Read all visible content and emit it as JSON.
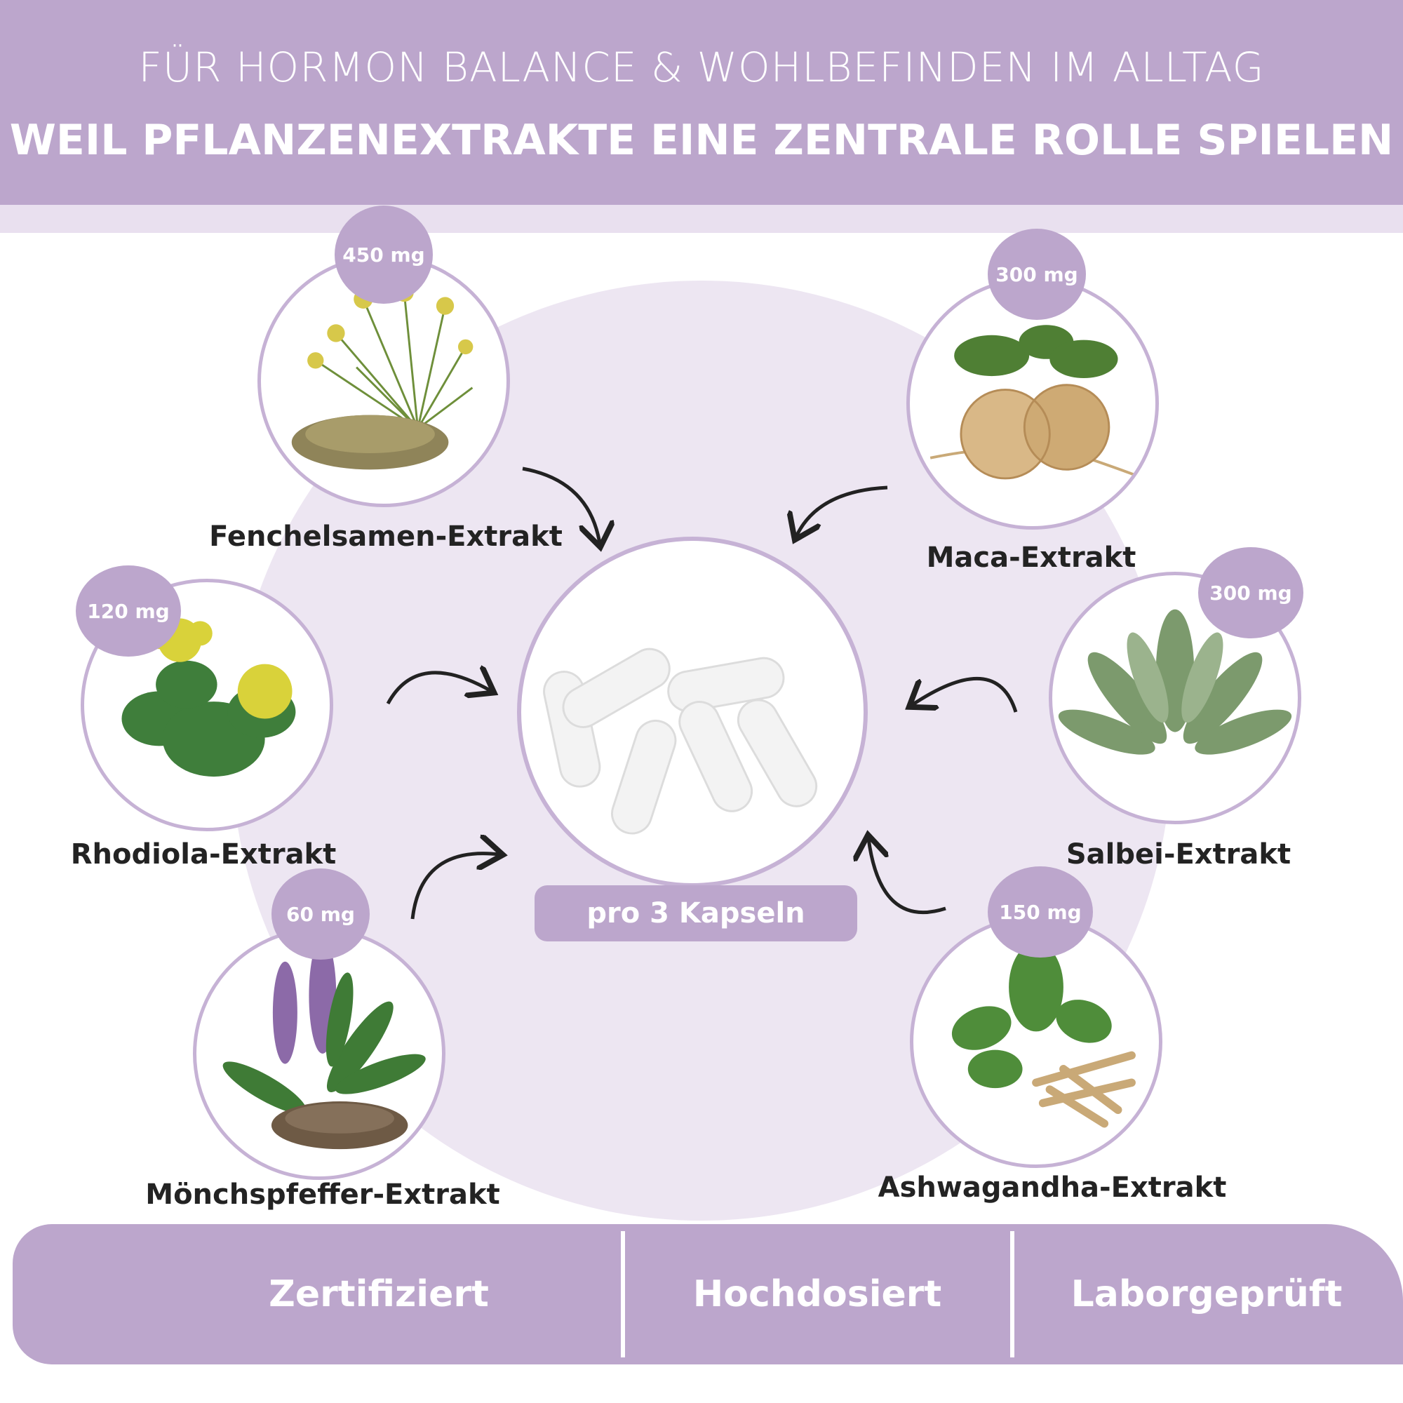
{
  "header": {
    "line1": "FÜR HORMON BALANCE & WOHLBEFINDEN IM ALLTAG",
    "line2": "WEIL PFLANZENEXTRAKTE EINE ZENTRALE ROLLE SPIELEN"
  },
  "ingredients": [
    {
      "id": "fenchel",
      "dose": "450 mg",
      "label": "Fenchelsamen-Extrakt",
      "icon": "fennel-icon"
    },
    {
      "id": "maca",
      "dose": "300 mg",
      "label": "Maca-Extrakt",
      "icon": "maca-root-icon"
    },
    {
      "id": "rhodiola",
      "dose": "120 mg",
      "label": "Rhodiola-Extrakt",
      "icon": "rhodiola-icon"
    },
    {
      "id": "salbei",
      "dose": "300 mg",
      "label": "Salbei-Extrakt",
      "icon": "sage-icon"
    },
    {
      "id": "moench",
      "dose": "60 mg",
      "label": "Mönchspfeffer-Extrakt",
      "icon": "chasteberry-icon"
    },
    {
      "id": "ashwa",
      "dose": "150 mg",
      "label": "Ashwagandha-Extrakt",
      "icon": "ashwagandha-icon"
    }
  ],
  "center": {
    "pill_label": "pro 3 Kapseln",
    "icon": "capsules-icon"
  },
  "footer": {
    "items": [
      "Zertifiziert",
      "Hochdosiert",
      "Laborgeprüft"
    ]
  },
  "colors": {
    "brand": "#bca6cc",
    "light": "#ede6f2",
    "text": "#232323"
  }
}
